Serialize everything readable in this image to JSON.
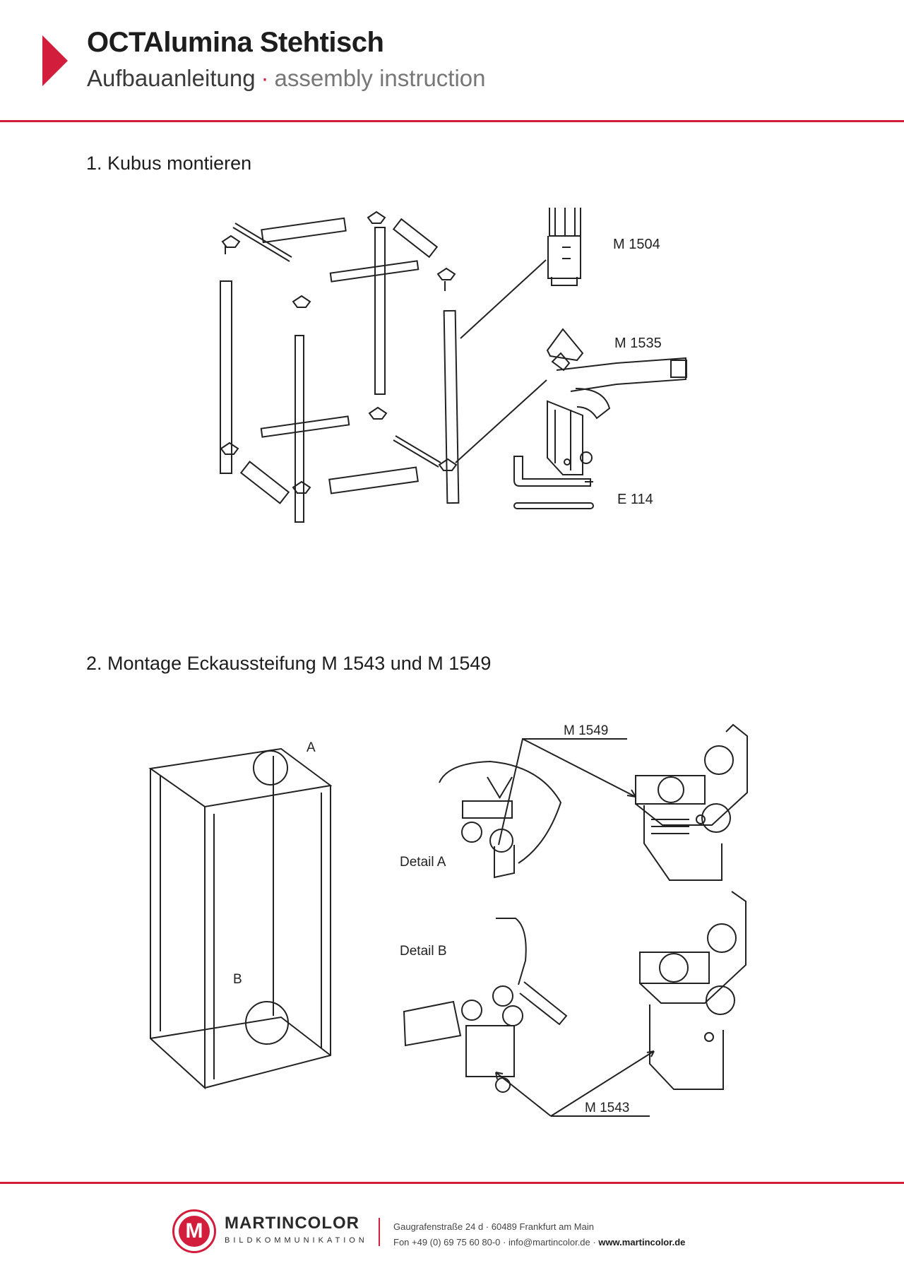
{
  "header": {
    "title": "OCTAlumina Stehtisch",
    "subtitle_de": "Aufbauanleitung",
    "subtitle_sep": "·",
    "subtitle_en": "assembly instruction"
  },
  "section1": {
    "title": "1. Kubus montieren",
    "labels": {
      "m1504": "M 1504",
      "m1535": "M 1535",
      "e114": "E 114"
    }
  },
  "section2": {
    "title": "2. Montage Eckaussteifung M 1543 und M 1549",
    "labels": {
      "a": "A",
      "b": "B",
      "detail_a": "Detail A",
      "detail_b": "Detail B",
      "m1549": "M 1549",
      "m1543": "M 1543"
    }
  },
  "footer": {
    "logo_letter": "M",
    "brand": "MARTINCOLOR",
    "brand_sub": "BILDKOMMUNIKATION",
    "address_line1": "Gaugrafenstraße 24 d · 60489 Frankfurt am Main",
    "address_line2_prefix": "Fon +49 (0) 69 75 60 80-0 · info@martincolor.de · ",
    "website": "www.martincolor.de"
  },
  "colors": {
    "accent": "#d21e3c",
    "text": "#1d1d1d",
    "muted": "#777777"
  }
}
